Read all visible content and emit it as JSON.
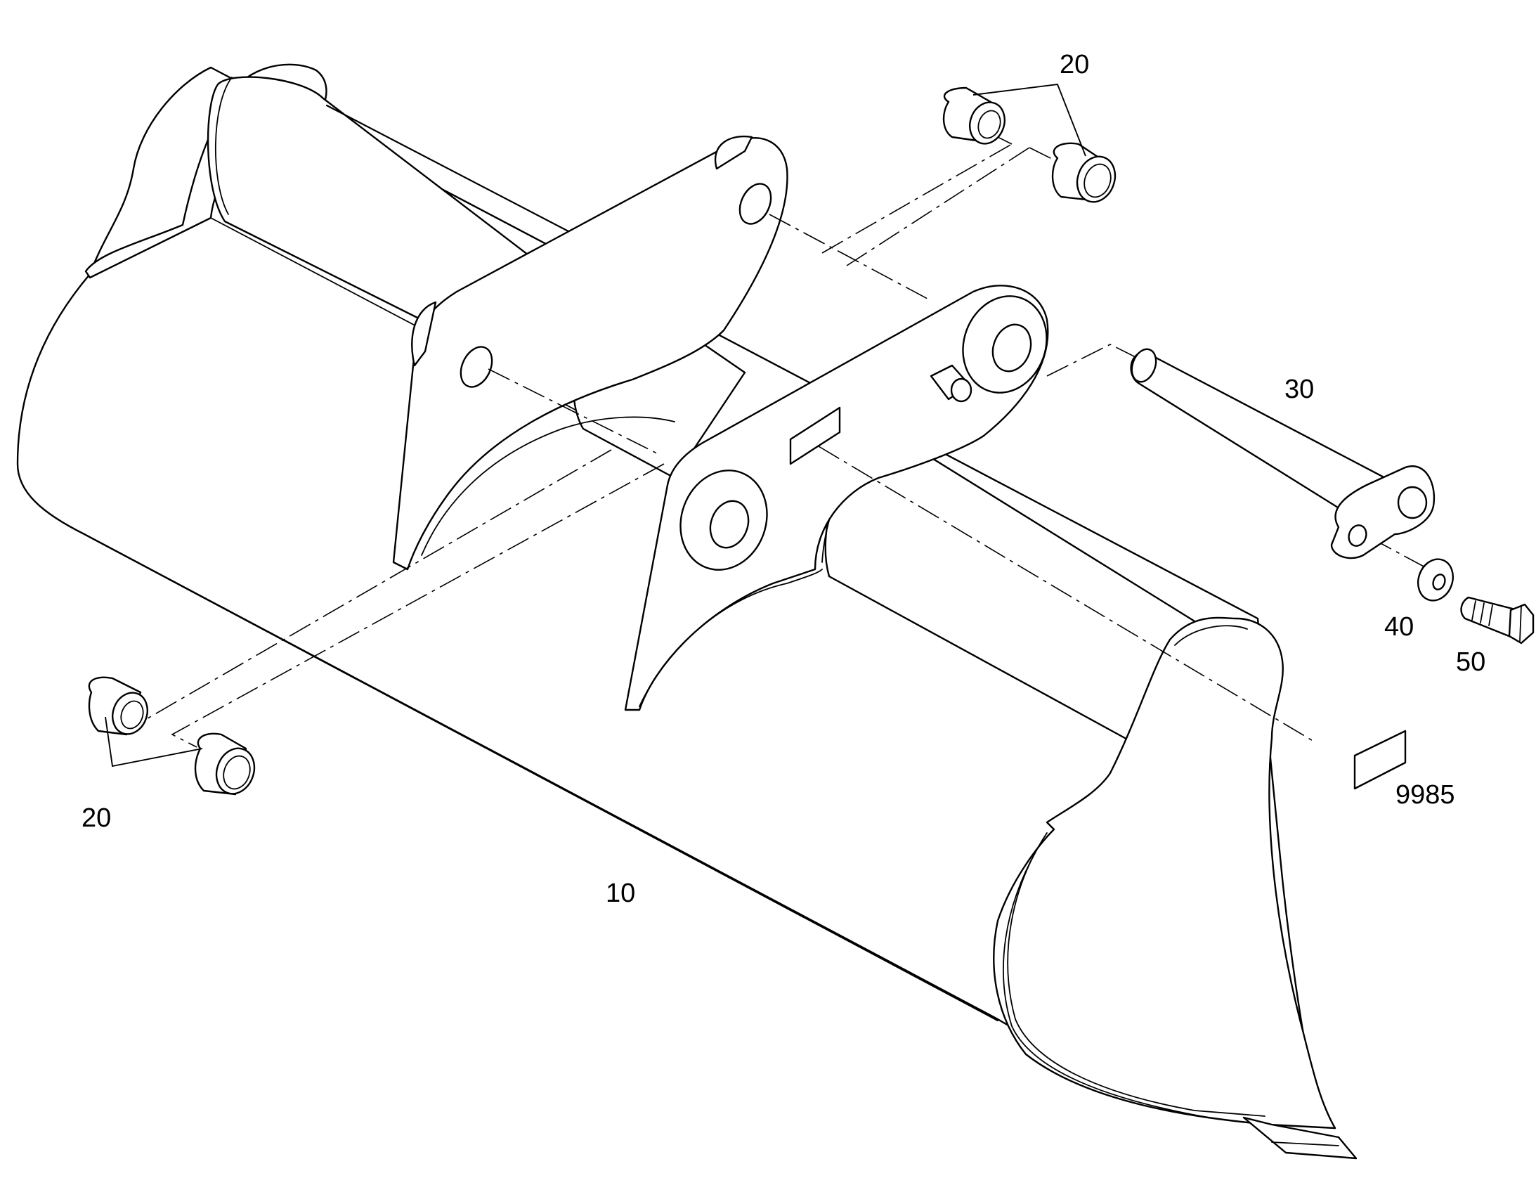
{
  "diagram": {
    "callouts": {
      "bucket": "10",
      "bushing_top": "20",
      "bushing_bottom": "20",
      "pin": "30",
      "washer": "40",
      "bolt": "50",
      "decal": "9985"
    }
  }
}
